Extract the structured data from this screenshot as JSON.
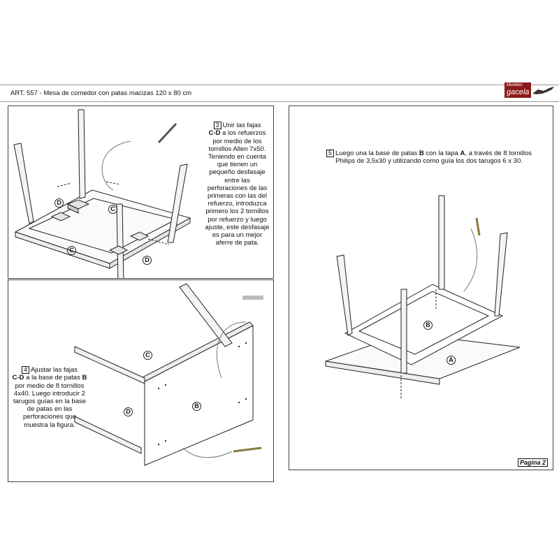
{
  "document": {
    "title": "ART. 557 - Mesa de comedor con patas macizas 120 x 80 cm",
    "page_label": "Pagina 2"
  },
  "brand": {
    "small_text": "Muebles",
    "name": "gacela",
    "color": "#8b1a1a"
  },
  "steps": {
    "step3": {
      "number": "3",
      "text_a": "Unir las fajas",
      "bold_parts": "C-D",
      "text_b": "a los refuerzos por medio de los tornillos Allen 7x50. Teniendo en cuenta que tienen un pequeño desfasaje entre las perforaciones de las primeras con las del refuerzo, introduzca primero los 2 tornillos por refuerzo y luego ajuste, este desfasaje es para un mejor aferre de pata."
    },
    "step4": {
      "number": "4",
      "text_a": "Ajustar las fajas",
      "bold_parts": "C-D",
      "text_b": "a la base de patas",
      "bold_b": "B",
      "text_c": "por medio de 8 tornillos 4x40. Luego introducir 2 tarugos guías en la base de patas en las perforaciones que muestra la figura."
    },
    "step5": {
      "number": "5",
      "text_a": "Luego una la base de patas",
      "bold_a": "B",
      "text_b": "con la tapa",
      "bold_b": "A",
      "text_c": ", a través de 8 tornillos Philips de 3,5x30 y utilizando como guía los dos tarugos 6 x 30."
    }
  },
  "part_labels": {
    "c": "C",
    "d": "D",
    "b": "B",
    "a": "A"
  }
}
